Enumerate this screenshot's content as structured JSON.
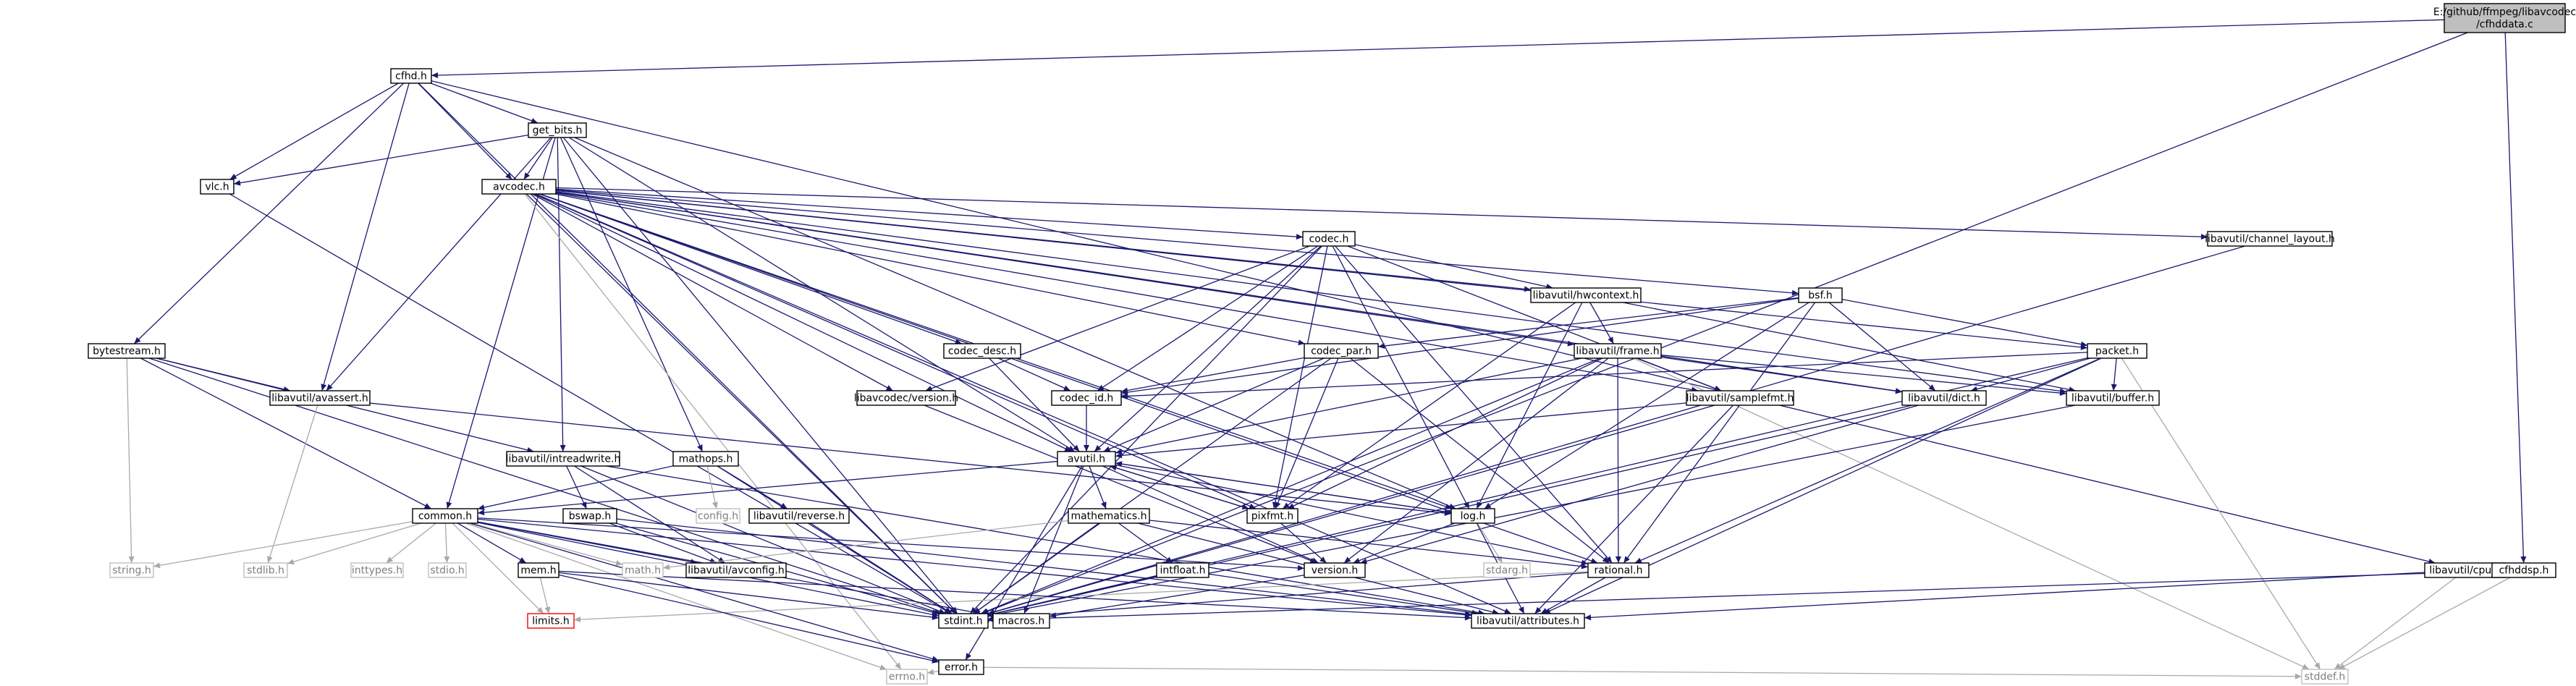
{
  "root": {
    "id": "cfhddata",
    "line1": "E:/github/ffmpeg/libavcodec",
    "line2": "/cfhddata.c"
  },
  "nodes": [
    {
      "id": "cfhd",
      "label": "cfhd.h",
      "kind": "normal"
    },
    {
      "id": "get_bits",
      "label": "get_bits.h",
      "kind": "normal"
    },
    {
      "id": "vlc",
      "label": "vlc.h",
      "kind": "normal"
    },
    {
      "id": "avcodec",
      "label": "avcodec.h",
      "kind": "normal"
    },
    {
      "id": "codec",
      "label": "codec.h",
      "kind": "normal"
    },
    {
      "id": "bytestream",
      "label": "bytestream.h",
      "kind": "normal"
    },
    {
      "id": "avassert",
      "label": "libavutil/avassert.h",
      "kind": "normal"
    },
    {
      "id": "intreadwrite",
      "label": "libavutil/intreadwrite.h",
      "kind": "normal"
    },
    {
      "id": "mathops",
      "label": "mathops.h",
      "kind": "normal"
    },
    {
      "id": "codec_desc",
      "label": "codec_desc.h",
      "kind": "normal"
    },
    {
      "id": "codec_par",
      "label": "codec_par.h",
      "kind": "normal"
    },
    {
      "id": "lavc_version",
      "label": "libavcodec/version.h",
      "kind": "normal"
    },
    {
      "id": "codec_id",
      "label": "codec_id.h",
      "kind": "normal"
    },
    {
      "id": "hwcontext",
      "label": "libavutil/hwcontext.h",
      "kind": "normal"
    },
    {
      "id": "frame",
      "label": "libavutil/frame.h",
      "kind": "normal"
    },
    {
      "id": "samplefmt",
      "label": "libavutil/samplefmt.h",
      "kind": "normal"
    },
    {
      "id": "bsf",
      "label": "bsf.h",
      "kind": "normal"
    },
    {
      "id": "dict",
      "label": "libavutil/dict.h",
      "kind": "normal"
    },
    {
      "id": "buffer",
      "label": "libavutil/buffer.h",
      "kind": "normal"
    },
    {
      "id": "packet",
      "label": "packet.h",
      "kind": "normal"
    },
    {
      "id": "channel_layout",
      "label": "libavutil/channel_layout.h",
      "kind": "normal"
    },
    {
      "id": "cpu",
      "label": "libavutil/cpu.h",
      "kind": "normal"
    },
    {
      "id": "cfhddsp",
      "label": "cfhddsp.h",
      "kind": "normal"
    },
    {
      "id": "avutil",
      "label": "avutil.h",
      "kind": "normal"
    },
    {
      "id": "pixfmt",
      "label": "pixfmt.h",
      "kind": "normal"
    },
    {
      "id": "log",
      "label": "log.h",
      "kind": "normal"
    },
    {
      "id": "version",
      "label": "version.h",
      "kind": "normal"
    },
    {
      "id": "rational",
      "label": "rational.h",
      "kind": "normal"
    },
    {
      "id": "common",
      "label": "common.h",
      "kind": "normal"
    },
    {
      "id": "bswap",
      "label": "bswap.h",
      "kind": "normal"
    },
    {
      "id": "reverse",
      "label": "libavutil/reverse.h",
      "kind": "normal"
    },
    {
      "id": "mathematics",
      "label": "mathematics.h",
      "kind": "normal"
    },
    {
      "id": "intfloat",
      "label": "intfloat.h",
      "kind": "normal"
    },
    {
      "id": "mem",
      "label": "mem.h",
      "kind": "normal"
    },
    {
      "id": "avconfig",
      "label": "libavutil/avconfig.h",
      "kind": "normal"
    },
    {
      "id": "attributes",
      "label": "libavutil/attributes.h",
      "kind": "normal"
    },
    {
      "id": "error",
      "label": "error.h",
      "kind": "normal"
    },
    {
      "id": "macros",
      "label": "macros.h",
      "kind": "normal"
    },
    {
      "id": "limits",
      "label": "limits.h",
      "kind": "missing"
    },
    {
      "id": "stdint",
      "label": "stdint.h",
      "kind": "normal"
    },
    {
      "id": "string",
      "label": "string.h",
      "kind": "external"
    },
    {
      "id": "stdlib",
      "label": "stdlib.h",
      "kind": "external"
    },
    {
      "id": "inttypes",
      "label": "inttypes.h",
      "kind": "external"
    },
    {
      "id": "stdio",
      "label": "stdio.h",
      "kind": "external"
    },
    {
      "id": "math",
      "label": "math.h",
      "kind": "external"
    },
    {
      "id": "config",
      "label": "config.h",
      "kind": "external"
    },
    {
      "id": "stdarg",
      "label": "stdarg.h",
      "kind": "external"
    },
    {
      "id": "errno",
      "label": "errno.h",
      "kind": "external"
    },
    {
      "id": "stddef",
      "label": "stddef.h",
      "kind": "external"
    }
  ],
  "edges": [
    [
      "cfhddata",
      "cfhd"
    ],
    [
      "cfhddata",
      "stdint"
    ],
    [
      "cfhddata",
      "cfhddsp"
    ],
    [
      "cfhd",
      "get_bits"
    ],
    [
      "cfhd",
      "vlc"
    ],
    [
      "cfhd",
      "avcodec"
    ],
    [
      "cfhd",
      "bytestream"
    ],
    [
      "cfhd",
      "avassert"
    ],
    [
      "cfhd",
      "stdint"
    ],
    [
      "cfhd",
      "cpu"
    ],
    [
      "get_bits",
      "vlc"
    ],
    [
      "get_bits",
      "avcodec"
    ],
    [
      "get_bits",
      "avassert"
    ],
    [
      "get_bits",
      "intreadwrite"
    ],
    [
      "get_bits",
      "common"
    ],
    [
      "get_bits",
      "mathops"
    ],
    [
      "get_bits",
      "log"
    ],
    [
      "get_bits",
      "avutil"
    ],
    [
      "get_bits",
      "stdint"
    ],
    [
      "vlc",
      "stdint"
    ],
    [
      "avcodec",
      "codec"
    ],
    [
      "avcodec",
      "codec_desc"
    ],
    [
      "avcodec",
      "codec_par"
    ],
    [
      "avcodec",
      "lavc_version"
    ],
    [
      "avcodec",
      "hwcontext"
    ],
    [
      "avcodec",
      "frame"
    ],
    [
      "avcodec",
      "samplefmt"
    ],
    [
      "avcodec",
      "bsf"
    ],
    [
      "avcodec",
      "dict"
    ],
    [
      "avcodec",
      "buffer"
    ],
    [
      "avcodec",
      "packet"
    ],
    [
      "avcodec",
      "channel_layout"
    ],
    [
      "avcodec",
      "avutil"
    ],
    [
      "avcodec",
      "log"
    ],
    [
      "avcodec",
      "pixfmt"
    ],
    [
      "avcodec",
      "rational"
    ],
    [
      "avcodec",
      "attributes"
    ],
    [
      "avcodec",
      "errno"
    ],
    [
      "avcodec",
      "stdint"
    ],
    [
      "codec",
      "lavc_version"
    ],
    [
      "codec",
      "codec_id"
    ],
    [
      "codec",
      "hwcontext"
    ],
    [
      "codec",
      "samplefmt"
    ],
    [
      "codec",
      "avutil"
    ],
    [
      "codec",
      "log"
    ],
    [
      "codec",
      "pixfmt"
    ],
    [
      "codec",
      "rational"
    ],
    [
      "codec",
      "stdint"
    ],
    [
      "codec_desc",
      "codec_id"
    ],
    [
      "codec_desc",
      "avutil"
    ],
    [
      "codec_par",
      "codec_id"
    ],
    [
      "codec_par",
      "avutil"
    ],
    [
      "codec_par",
      "pixfmt"
    ],
    [
      "codec_par",
      "rational"
    ],
    [
      "codec_par",
      "stdint"
    ],
    [
      "lavc_version",
      "version"
    ],
    [
      "codec_id",
      "avutil"
    ],
    [
      "hwcontext",
      "buffer"
    ],
    [
      "hwcontext",
      "frame"
    ],
    [
      "hwcontext",
      "log"
    ],
    [
      "hwcontext",
      "pixfmt"
    ],
    [
      "frame",
      "avutil"
    ],
    [
      "frame",
      "buffer"
    ],
    [
      "frame",
      "dict"
    ],
    [
      "frame",
      "rational"
    ],
    [
      "frame",
      "samplefmt"
    ],
    [
      "frame",
      "pixfmt"
    ],
    [
      "frame",
      "version"
    ],
    [
      "frame",
      "stddef"
    ],
    [
      "frame",
      "stdint"
    ],
    [
      "samplefmt",
      "avutil"
    ],
    [
      "samplefmt",
      "attributes"
    ],
    [
      "samplefmt",
      "stdint"
    ],
    [
      "bsf",
      "codec_id"
    ],
    [
      "bsf",
      "codec_par"
    ],
    [
      "bsf",
      "packet"
    ],
    [
      "bsf",
      "dict"
    ],
    [
      "bsf",
      "log"
    ],
    [
      "bsf",
      "rational"
    ],
    [
      "dict",
      "stdint"
    ],
    [
      "dict",
      "version"
    ],
    [
      "buffer",
      "stdint"
    ],
    [
      "packet",
      "codec_id"
    ],
    [
      "packet",
      "buffer"
    ],
    [
      "packet",
      "dict"
    ],
    [
      "packet",
      "rational"
    ],
    [
      "packet",
      "attributes"
    ],
    [
      "packet",
      "stddef"
    ],
    [
      "packet",
      "stdint"
    ],
    [
      "channel_layout",
      "stdint"
    ],
    [
      "cpu",
      "attributes"
    ],
    [
      "cpu",
      "stddef"
    ],
    [
      "cfhddsp",
      "stddef"
    ],
    [
      "cfhddsp",
      "stdint"
    ],
    [
      "bytestream",
      "avassert"
    ],
    [
      "bytestream",
      "common"
    ],
    [
      "bytestream",
      "intreadwrite"
    ],
    [
      "bytestream",
      "string"
    ],
    [
      "bytestream",
      "stdint"
    ],
    [
      "avassert",
      "stdlib"
    ],
    [
      "avassert",
      "log"
    ],
    [
      "intreadwrite",
      "avconfig"
    ],
    [
      "intreadwrite",
      "attributes"
    ],
    [
      "intreadwrite",
      "bswap"
    ],
    [
      "intreadwrite",
      "stdint"
    ],
    [
      "mathops",
      "config"
    ],
    [
      "mathops",
      "reverse"
    ],
    [
      "mathops",
      "common"
    ],
    [
      "mathops",
      "stdint"
    ],
    [
      "avutil",
      "common"
    ],
    [
      "avutil",
      "rational"
    ],
    [
      "avutil",
      "version"
    ],
    [
      "avutil",
      "macros"
    ],
    [
      "avutil",
      "mathematics"
    ],
    [
      "avutil",
      "log"
    ],
    [
      "avutil",
      "pixfmt"
    ],
    [
      "avutil",
      "error"
    ],
    [
      "pixfmt",
      "avutil"
    ],
    [
      "pixfmt",
      "version"
    ],
    [
      "log",
      "avutil"
    ],
    [
      "log",
      "attributes"
    ],
    [
      "log",
      "version"
    ],
    [
      "log",
      "stdarg"
    ],
    [
      "version",
      "macros"
    ],
    [
      "rational",
      "stdint"
    ],
    [
      "rational",
      "limits"
    ],
    [
      "rational",
      "attributes"
    ],
    [
      "common",
      "errno"
    ],
    [
      "common",
      "inttypes"
    ],
    [
      "common",
      "limits"
    ],
    [
      "common",
      "math"
    ],
    [
      "common",
      "stdint"
    ],
    [
      "common",
      "stdio"
    ],
    [
      "common",
      "stdlib"
    ],
    [
      "common",
      "string"
    ],
    [
      "common",
      "attributes"
    ],
    [
      "common",
      "macros"
    ],
    [
      "common",
      "version"
    ],
    [
      "common",
      "avconfig"
    ],
    [
      "common",
      "mem"
    ],
    [
      "common",
      "error"
    ],
    [
      "bswap",
      "avconfig"
    ],
    [
      "bswap",
      "attributes"
    ],
    [
      "bswap",
      "stdint"
    ],
    [
      "mathematics",
      "stdint"
    ],
    [
      "mathematics",
      "math"
    ],
    [
      "mathematics",
      "attributes"
    ],
    [
      "mathematics",
      "rational"
    ],
    [
      "mathematics",
      "intfloat"
    ],
    [
      "intfloat",
      "stdint"
    ],
    [
      "intfloat",
      "attributes"
    ],
    [
      "mem",
      "limits"
    ],
    [
      "mem",
      "stdint"
    ],
    [
      "mem",
      "attributes"
    ],
    [
      "mem",
      "error"
    ],
    [
      "error",
      "errno"
    ],
    [
      "error",
      "stddef"
    ],
    [
      "reverse",
      "stdint"
    ]
  ]
}
